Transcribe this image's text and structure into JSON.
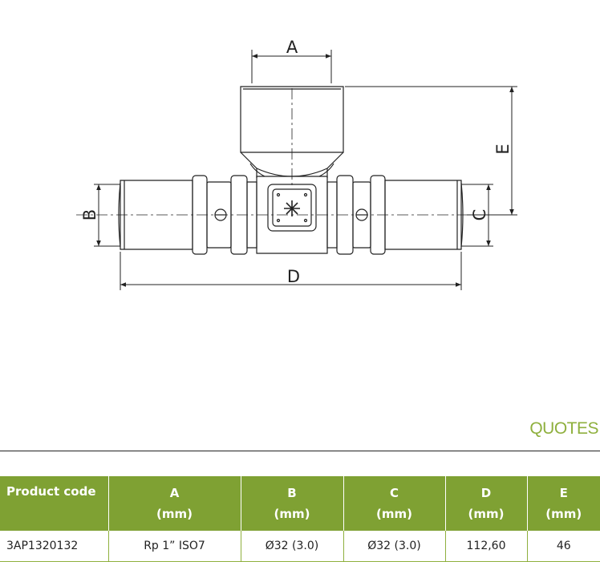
{
  "drawing": {
    "dimension_labels": {
      "a": "A",
      "b": "B",
      "c": "C",
      "d": "D",
      "e": "E"
    }
  },
  "section": {
    "title": "QUOTES"
  },
  "table": {
    "headers": [
      {
        "name": "Product code",
        "unit": ""
      },
      {
        "name": "A",
        "unit": "(mm)"
      },
      {
        "name": "B",
        "unit": "(mm)"
      },
      {
        "name": "C",
        "unit": "(mm)"
      },
      {
        "name": "D",
        "unit": "(mm)"
      },
      {
        "name": "E",
        "unit": "(mm)"
      }
    ],
    "rows": [
      [
        "3AP1320132",
        "Rp 1” ISO7",
        "Ø32 (3.0)",
        "Ø32 (3.0)",
        "112,60",
        "46"
      ]
    ]
  },
  "colors": {
    "accent": "#7fa133",
    "title": "#8fb03e",
    "line": "#222222"
  }
}
